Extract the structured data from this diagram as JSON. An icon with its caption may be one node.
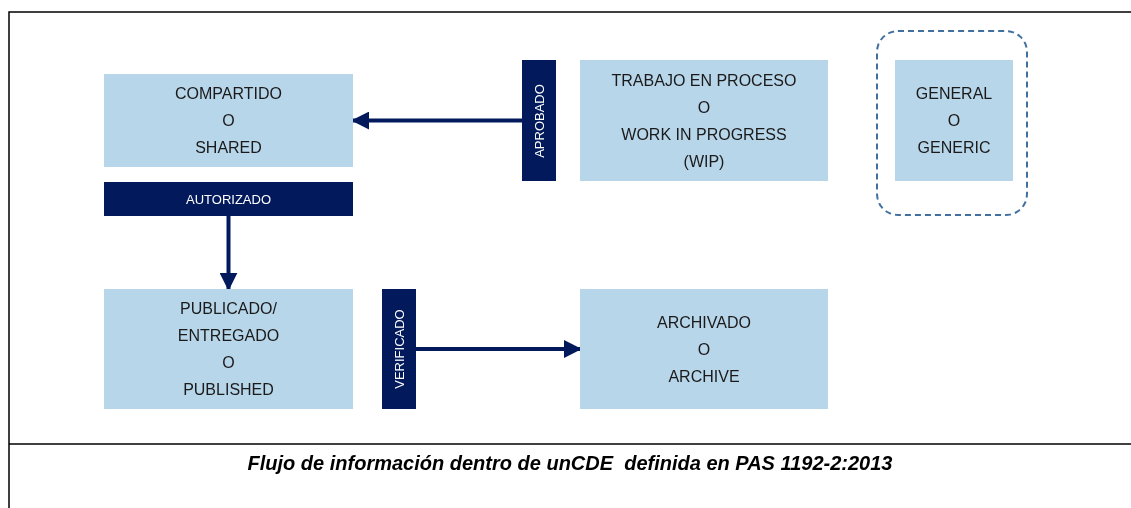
{
  "diagram": {
    "caption": "Flujo de información dentro de unCDE  definida en PAS 1192-2:2013",
    "nodes": [
      {
        "text": [
          "COMPARTIDO",
          "O",
          "SHARED"
        ]
      },
      {
        "text": [
          "APROBADO"
        ]
      },
      {
        "text": [
          "TRABAJO EN PROCESO",
          "O",
          "WORK IN PROGRESS",
          "(WIP)"
        ]
      },
      {
        "text": [],
        "shape": "box"
      },
      {
        "text": [
          "GENERAL",
          "O",
          "GENERIC"
        ],
        "in": 3
      },
      {
        "text": [
          "AUTORIZADO"
        ]
      },
      {
        "text": [
          "PUBLICADO/",
          "ENTREGADO",
          "O",
          "PUBLISHED"
        ]
      },
      {
        "text": [
          "VERIFICADO"
        ]
      },
      {
        "text": [
          "ARCHIVADO",
          "O",
          "ARCHIVE"
        ]
      }
    ],
    "edges": [
      {
        "from": 1,
        "to": 0,
        "arrow": "to"
      },
      {
        "from": 5,
        "to": 6,
        "arrow": "to"
      },
      {
        "from": 7,
        "to": 8,
        "arrow": "to"
      }
    ]
  }
}
